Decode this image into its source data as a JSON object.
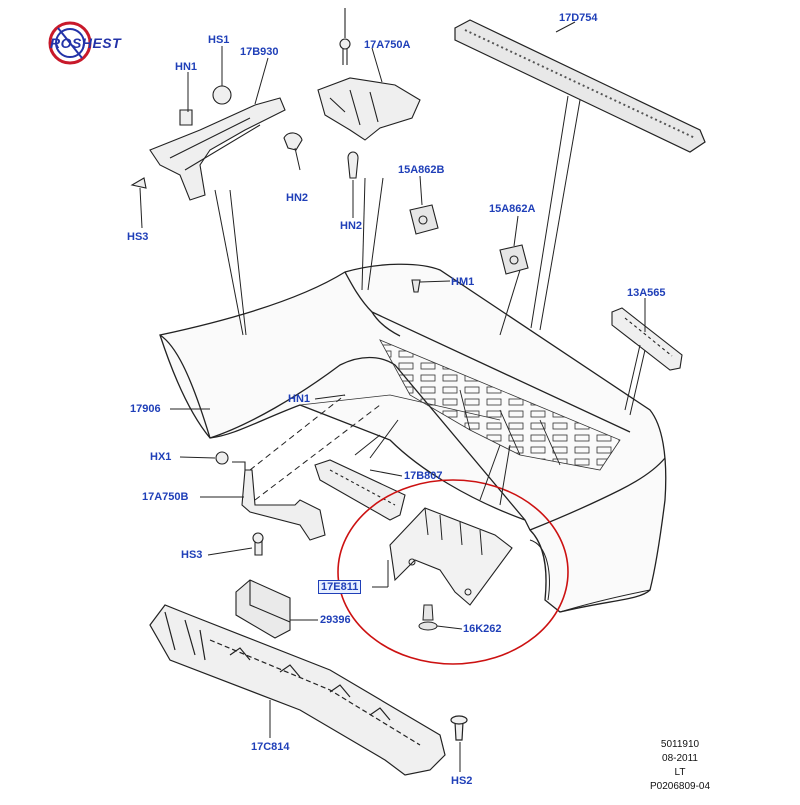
{
  "logo": {
    "text": "ROSHEST"
  },
  "callouts": [
    {
      "id": "hs1-a",
      "text": "HS1"
    },
    {
      "id": "17b930",
      "text": "17B930"
    },
    {
      "id": "hn1-a",
      "text": "HN1"
    },
    {
      "id": "hn2-a",
      "text": "HN2"
    },
    {
      "id": "hs3-a",
      "text": "HS3"
    },
    {
      "id": "17a750a",
      "text": "17A750A"
    },
    {
      "id": "hn2-b",
      "text": "HN2"
    },
    {
      "id": "15a862b",
      "text": "15A862B"
    },
    {
      "id": "17d754",
      "text": "17D754"
    },
    {
      "id": "15a862a",
      "text": "15A862A"
    },
    {
      "id": "hm1",
      "text": "HM1"
    },
    {
      "id": "13a565",
      "text": "13A565"
    },
    {
      "id": "17906",
      "text": "17906"
    },
    {
      "id": "hn1-b",
      "text": "HN1"
    },
    {
      "id": "hx1",
      "text": "HX1"
    },
    {
      "id": "17b807",
      "text": "17B807"
    },
    {
      "id": "17a750b",
      "text": "17A750B"
    },
    {
      "id": "hs3-b",
      "text": "HS3"
    },
    {
      "id": "17e811",
      "text": "17E811"
    },
    {
      "id": "29396",
      "text": "29396"
    },
    {
      "id": "16k262",
      "text": "16K262"
    },
    {
      "id": "17c814",
      "text": "17C814"
    },
    {
      "id": "hs2",
      "text": "HS2"
    }
  ],
  "footer": {
    "code": "5011910",
    "date": "08-2011",
    "side": "LT",
    "ref": "P0206809-04"
  },
  "colors": {
    "label": "#1f3fb8",
    "line": "#222222",
    "highlight_circle": "#cc1111",
    "logo": "#2333a8"
  }
}
